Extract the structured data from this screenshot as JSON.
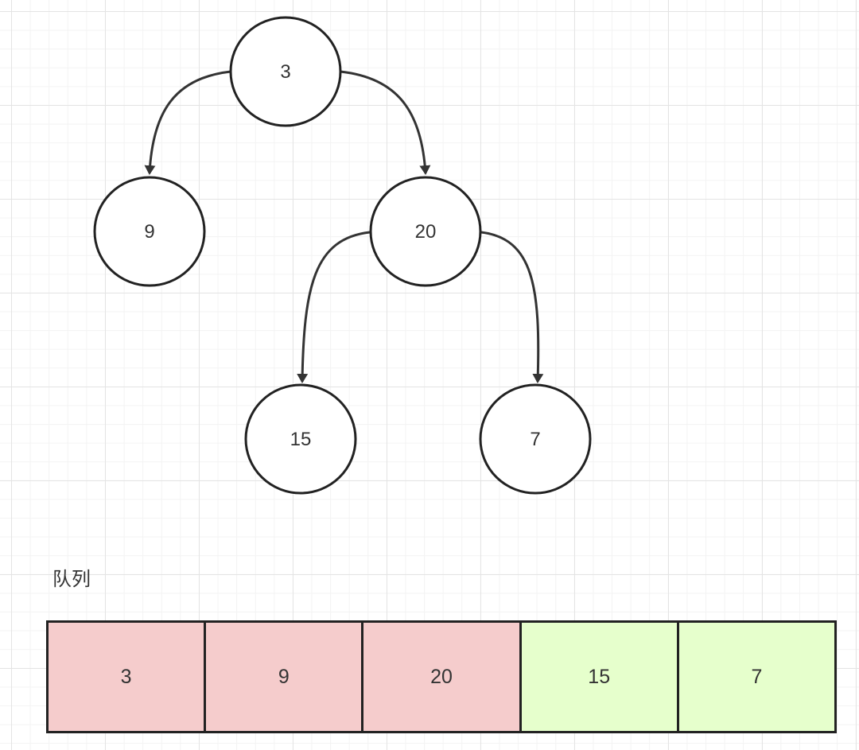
{
  "tree": {
    "nodes": [
      {
        "id": "n3",
        "label": "3"
      },
      {
        "id": "n9",
        "label": "9"
      },
      {
        "id": "n20",
        "label": "20"
      },
      {
        "id": "n15",
        "label": "15"
      },
      {
        "id": "n7",
        "label": "7"
      }
    ],
    "edges": [
      {
        "from": "3",
        "to": "9"
      },
      {
        "from": "3",
        "to": "20"
      },
      {
        "from": "20",
        "to": "15"
      },
      {
        "from": "20",
        "to": "7"
      }
    ]
  },
  "queue": {
    "title": "队列",
    "cells": [
      {
        "value": "3",
        "color": "#f5cccc"
      },
      {
        "value": "9",
        "color": "#f5cccc"
      },
      {
        "value": "20",
        "color": "#f5cccc"
      },
      {
        "value": "15",
        "color": "#e6ffcc"
      },
      {
        "value": "7",
        "color": "#e6ffcc"
      }
    ]
  },
  "colors": {
    "processed": "#f5cccc",
    "pending": "#e6ffcc",
    "stroke": "#222222"
  }
}
